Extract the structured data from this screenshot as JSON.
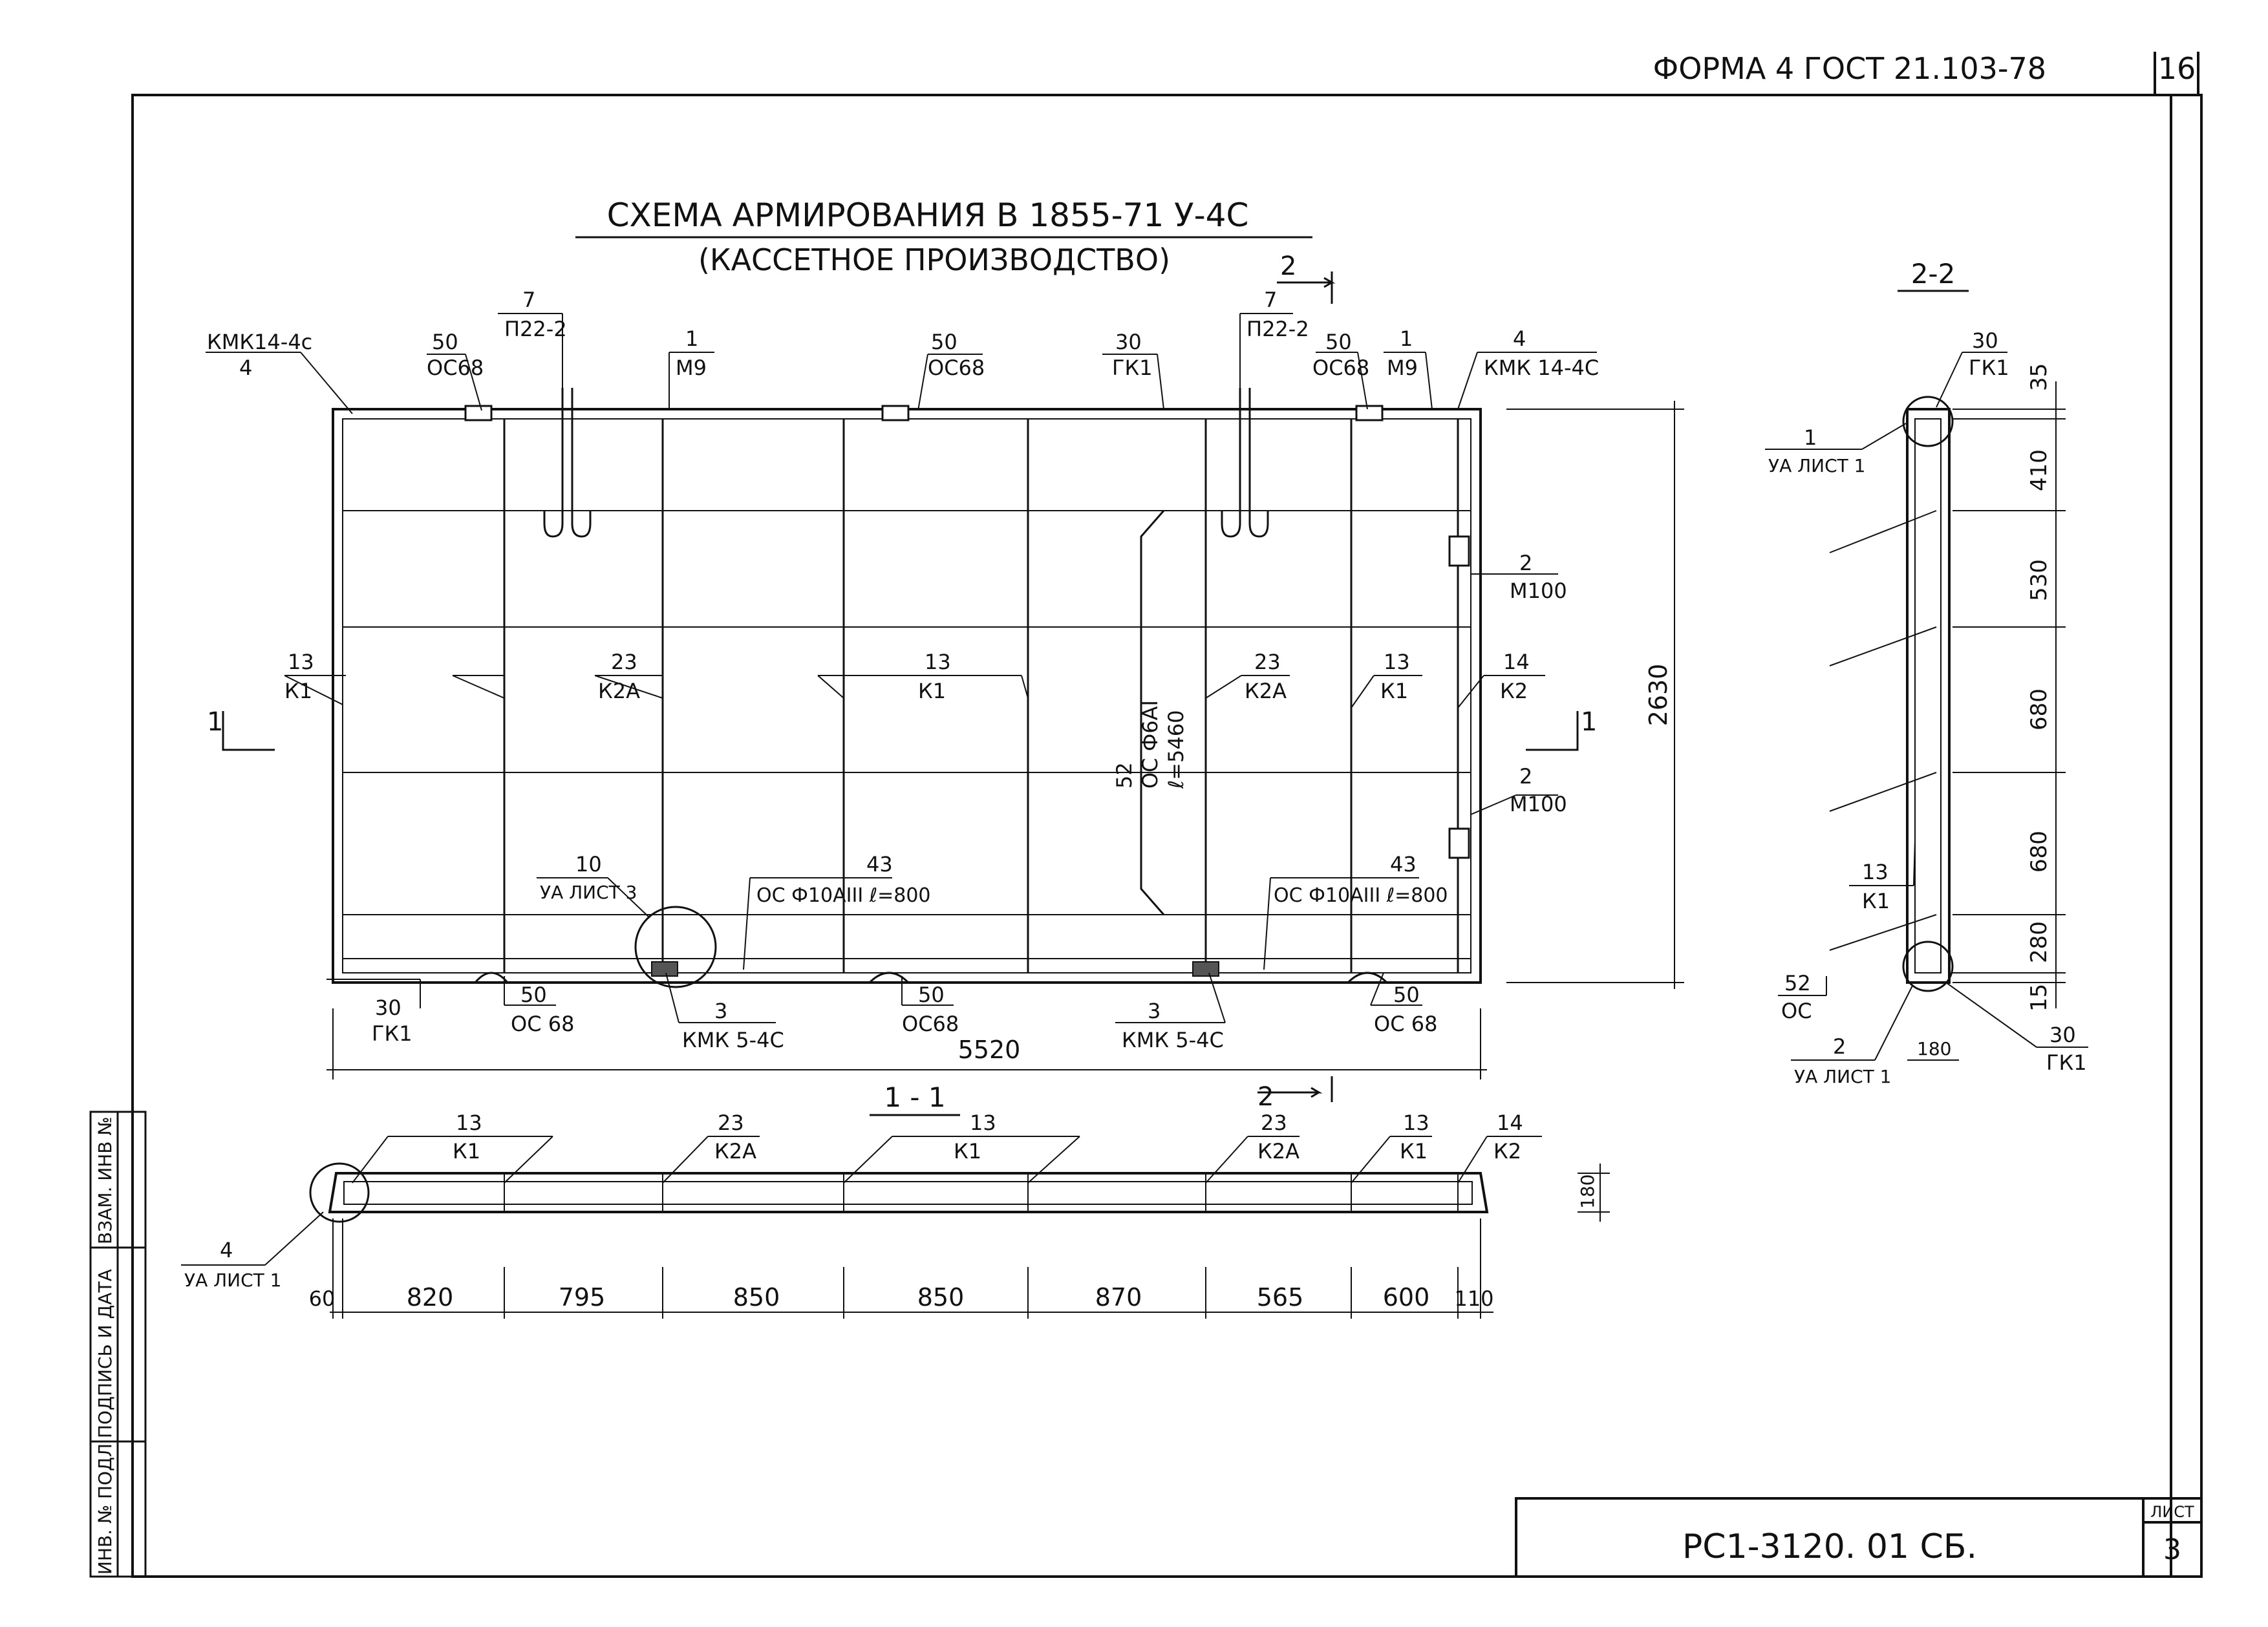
{
  "header": {
    "form": "ФОРМА 4 ГОСТ 21.103-78",
    "sheet_no": "16"
  },
  "title": {
    "line1": "СХЕМА АРМИРОВАНИЯ В 1855-71 У-4С",
    "line2": "(КАССЕТНОЕ ПРОИЗВОДСТВО)"
  },
  "sections": {
    "sec22": "2-2",
    "sec11": "1 - 1",
    "cut1": "1",
    "cut2": "2"
  },
  "plan_labels": {
    "kmk14_left": [
      "КМК14-4с",
      "4"
    ],
    "oc68_a": [
      "50",
      "ОС68"
    ],
    "p22_a": [
      "7",
      "П22-2"
    ],
    "m9_a": [
      "1",
      "М9"
    ],
    "oc68_b": [
      "50",
      "ОС68"
    ],
    "gk1_top": [
      "30",
      "ГК1"
    ],
    "p22_b": [
      "7",
      "П22-2"
    ],
    "oc68_c": [
      "50",
      "ОС68"
    ],
    "m9_b": [
      "1",
      "М9"
    ],
    "kmk14_right": [
      "4",
      "КМК 14-4С"
    ],
    "m100_a": [
      "2",
      "М100"
    ],
    "m100_b": [
      "2",
      "М100"
    ],
    "k1_a": [
      "13",
      "К1"
    ],
    "k2a_a": [
      "23",
      "К2А"
    ],
    "k1_b": [
      "13",
      "К1"
    ],
    "k2a_b": [
      "23",
      "К2А"
    ],
    "k1_c": [
      "13",
      "К1"
    ],
    "k2_a": [
      "14",
      "К2"
    ],
    "oc_vert": [
      "52",
      "ОС Ф6АI",
      "ℓ=5460"
    ],
    "ua3": [
      "10",
      "УА ЛИСТ 3"
    ],
    "oc10_a": [
      "43",
      "ОС Ф10АIII ℓ=800"
    ],
    "oc10_b": [
      "43",
      "ОС Ф10АIII ℓ=800"
    ],
    "gk1_bottom": [
      "30",
      "ГК1"
    ],
    "oc68_d": [
      "50",
      "ОС 68"
    ],
    "kmk5_a": [
      "3",
      "КМК 5-4С"
    ],
    "oc68_e": [
      "50",
      "ОС68"
    ],
    "kmk5_b": [
      "3",
      "КМК 5-4С"
    ],
    "oc68_f": [
      "50",
      "ОС 68"
    ]
  },
  "plan_dims": {
    "length": "5520",
    "height": "2630"
  },
  "side_labels": {
    "gk1_top": [
      "30",
      "ГК1"
    ],
    "ua1_top": [
      "1",
      "УА ЛИСТ 1"
    ],
    "k1": [
      "13",
      "К1"
    ],
    "oc": [
      "52",
      "ОС"
    ],
    "ua1_bottom": [
      "2",
      "УА ЛИСТ 1"
    ],
    "gk1_bottom": [
      "30",
      "ГК1"
    ],
    "thick": "180"
  },
  "side_dims": [
    "35",
    "410",
    "530",
    "680",
    "680",
    "280",
    "15"
  ],
  "sec11_labels": [
    [
      "13",
      "К1"
    ],
    [
      "23",
      "К2А"
    ],
    [
      "13",
      "К1"
    ],
    [
      "23",
      "К2А"
    ],
    [
      "13",
      "К1"
    ],
    [
      "14",
      "К2"
    ]
  ],
  "sec11_ua": [
    "4",
    "УА ЛИСТ 1"
  ],
  "sec11_thick": "180",
  "sec11_dims": [
    "60",
    "820",
    "795",
    "850",
    "850",
    "870",
    "565",
    "600",
    "110"
  ],
  "stamp_side": [
    "ИНВ. № ПОДЛ",
    "ПОДПИСЬ И ДАТА",
    "ВЗАМ. ИНВ №"
  ],
  "title_block": {
    "code": "РС1-3120. 01 СБ.",
    "sheet_label": "ЛИСТ",
    "sheet_num": "3"
  }
}
